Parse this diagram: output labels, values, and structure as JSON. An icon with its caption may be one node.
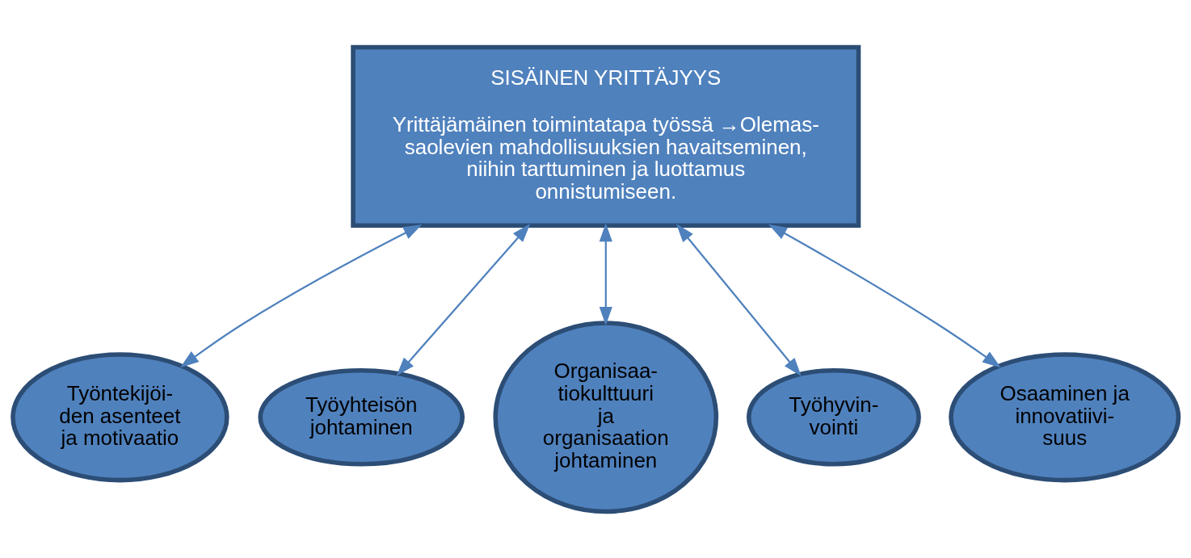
{
  "diagram": {
    "nodes": [
      {
        "text": [
          "SISÄINEN YRITTÄJYYS",
          "Yrittäjämäinen toimintatapa työssä →Olemas- saolevien mahdollisuuksien havaitseminen, niihin tarttuminen ja luottamus onnistumiseen."
        ]
      },
      {
        "text": [
          "Työntekijöi- den asenteet ja motivaatio"
        ]
      },
      {
        "text": [
          "Osaaminen ja innovatiivi- suus"
        ]
      },
      {
        "text": [
          "Työyhteisön johtaminen"
        ]
      },
      {
        "text": [
          "Työhyvin- vointi"
        ]
      },
      {
        "text": [
          "Organisaa- tiokulttuuri ja organisaation johtaminen"
        ]
      }
    ],
    "edges": [
      {
        "from": 0,
        "to": 1,
        "arrow": "both"
      },
      {
        "from": 0,
        "to": 2,
        "arrow": "both"
      },
      {
        "from": 0,
        "to": 3,
        "arrow": "both"
      },
      {
        "from": 0,
        "to": 4,
        "arrow": "both"
      },
      {
        "from": 0,
        "to": 5,
        "arrow": "both"
      }
    ]
  }
}
